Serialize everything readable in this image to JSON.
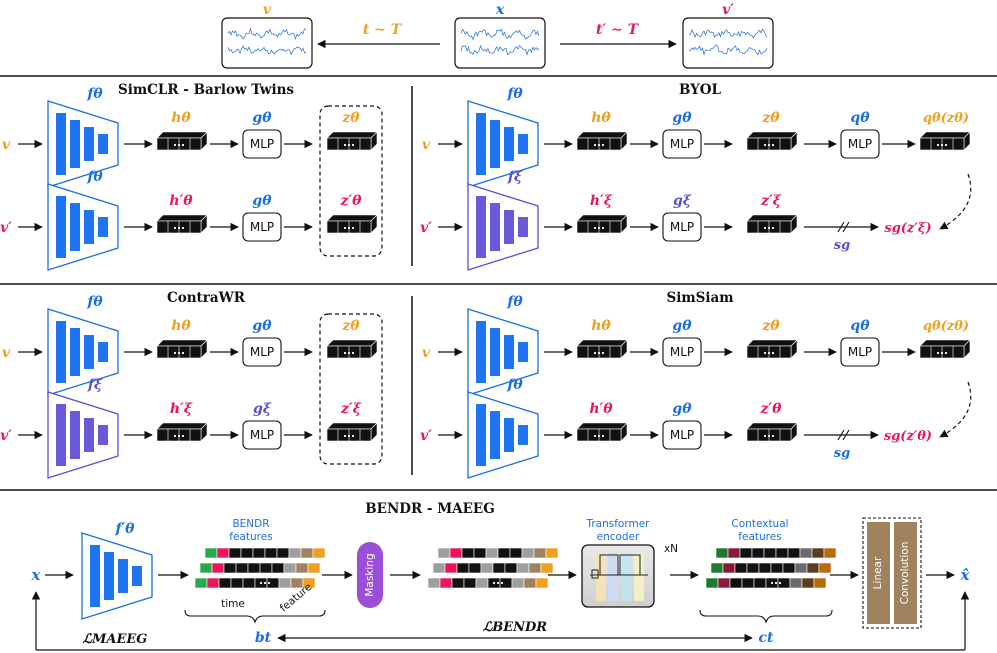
{
  "colors": {
    "blue": "#1b6fe0",
    "orange": "#f0a020",
    "red": "#e8175d",
    "purple": "#5a4fcf",
    "purple_fill": "#6a5ad8",
    "encoder_fill": "#1f74f0",
    "sg_blue": "#1b6fe0",
    "masking": "#9b4fd8",
    "brown": "#a0825e"
  },
  "top": {
    "v": "v",
    "x": "x",
    "v_prime": "v′",
    "t_T": "t ∼ T",
    "tp_T": "t′ ∼ T"
  },
  "simclr": {
    "title": "SimCLR - Barlow Twins",
    "f_top": "fθ",
    "f_bottom": "fθ",
    "h_top": "hθ",
    "h_bottom": "h′θ",
    "g_top": "gθ",
    "g_bottom": "gθ",
    "z_top": "zθ",
    "z_bottom": "z′θ",
    "in_top": "v",
    "in_bottom": "v′",
    "mlp": "MLP"
  },
  "byol": {
    "title": "BYOL",
    "f_top": "fθ",
    "f_bottom": "fξ",
    "h_top": "hθ",
    "h_bottom": "h′ξ",
    "g_top": "gθ",
    "g_bottom": "gξ",
    "z_top": "zθ",
    "z_bottom": "z′ξ",
    "q_top": "qθ",
    "out_top": "qθ(zθ)",
    "out_bottom": "sg(z′ξ)",
    "sg": "sg",
    "in_top": "v",
    "in_bottom": "v′",
    "mlp": "MLP"
  },
  "contrawr": {
    "title": "ContraWR",
    "f_top": "fθ",
    "f_bottom": "fξ",
    "h_top": "hθ",
    "h_bottom": "h′ξ",
    "g_top": "gθ",
    "g_bottom": "gξ",
    "z_top": "zθ",
    "z_bottom": "z′ξ",
    "in_top": "v",
    "in_bottom": "v′",
    "mlp": "MLP"
  },
  "simsiam": {
    "title": "SimSiam",
    "f_top": "fθ",
    "f_bottom": "fθ",
    "h_top": "hθ",
    "h_bottom": "h′θ",
    "g_top": "gθ",
    "g_bottom": "gθ",
    "z_top": "zθ",
    "z_bottom": "z′θ",
    "q_top": "qθ",
    "out_top": "qθ(zθ)",
    "out_bottom": "sg(z′θ)",
    "sg": "sg",
    "in_top": "v",
    "in_bottom": "v′",
    "mlp": "MLP"
  },
  "bendr": {
    "title": "BENDR - MAEEG",
    "input": "x",
    "encoder": "f′θ",
    "features_label_1": "BENDR",
    "features_label_2": "features",
    "time": "time",
    "feature": "feature",
    "masking": "Masking",
    "transformer_1": "Transformer",
    "transformer_2": "encoder",
    "xN": "xN",
    "contextual_1": "Contextual",
    "contextual_2": "features",
    "linear": "Linear",
    "convolution": "Convolution",
    "output": "x̂",
    "b_t": "bt",
    "c_t": "ct",
    "loss_maeeg": "ℒMAEEG",
    "loss_bendr": "ℒBENDR"
  }
}
